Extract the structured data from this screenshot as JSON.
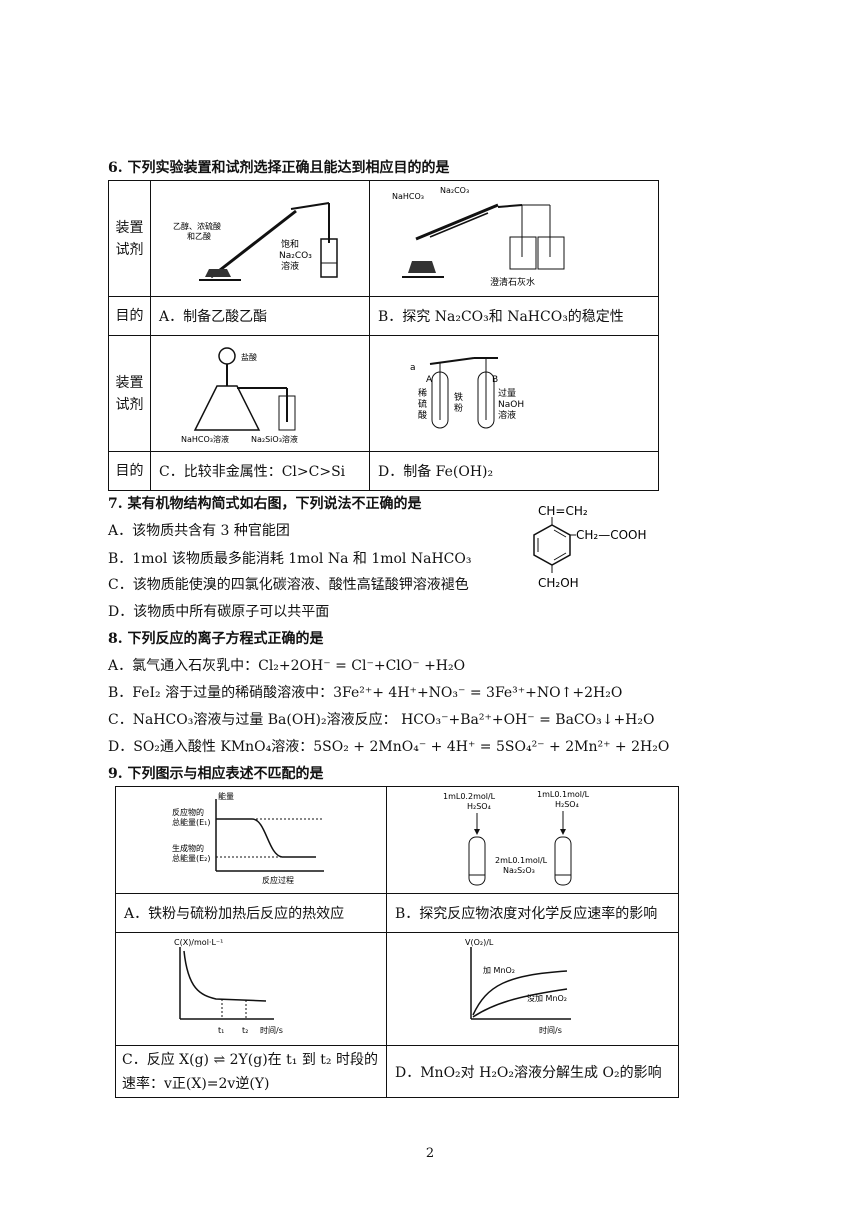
{
  "q6": {
    "stem": "6. 下列实验装置和试剂选择正确且能达到相应目的的是",
    "label_device": "装置",
    "label_reagent": "试剂",
    "label_purpose": "目的",
    "A": {
      "caption": "A．制备乙酸乙酯",
      "l1": "乙醇、浓硫酸",
      "l2": "和乙酸",
      "l3": "饱和",
      "l4": "Na₂CO₃",
      "l5": "溶液"
    },
    "B": {
      "caption": "B．探究 Na₂CO₃和 NaHCO₃的稳定性",
      "l1": "NaHCO₃",
      "l2": "Na₂CO₃",
      "l3": "澄清石灰水"
    },
    "C": {
      "caption": "C．比较非金属性：Cl>C>Si",
      "l1": "盐酸",
      "l2": "NaHCO₃溶液",
      "l3": "Na₂SiO₃溶液"
    },
    "D": {
      "caption": "D．制备 Fe(OH)₂",
      "l1": "a",
      "l2": "A",
      "l3": "B",
      "l4": "稀",
      "l5": "硫",
      "l6": "酸",
      "l7": "铁",
      "l8": "粉",
      "l9": "过量",
      "l10": "NaOH",
      "l11": "溶液"
    }
  },
  "q7": {
    "stem": "7. 某有机物结构简式如右图，下列说法不正确的是",
    "A": "A．该物质共含有 3 种官能团",
    "B": "B．1mol 该物质最多能消耗 1mol Na 和 1mol NaHCO₃",
    "C": "C．该物质能使溴的四氯化碳溶液、酸性高锰酸钾溶液褪色",
    "D": "D．该物质中所有碳原子可以共平面",
    "s1": "CH=CH₂",
    "s2": "CH₂—COOH",
    "s3": "CH₂OH"
  },
  "q8": {
    "stem": "8. 下列反应的离子方程式正确的是",
    "A": "A．氯气通入石灰乳中：Cl₂+2OH⁻ = Cl⁻+ClO⁻ +H₂O",
    "B": "B．FeI₂ 溶于过量的稀硝酸溶液中：3Fe²⁺+ 4H⁺+NO₃⁻ = 3Fe³⁺+NO↑+2H₂O",
    "C": "C．NaHCO₃溶液与过量 Ba(OH)₂溶液反应：  HCO₃⁻+Ba²⁺+OH⁻ = BaCO₃↓+H₂O",
    "D": "D．SO₂通入酸性 KMnO₄溶液：5SO₂ + 2MnO₄⁻ + 4H⁺ = 5SO₄²⁻ + 2Mn²⁺ + 2H₂O"
  },
  "q9": {
    "stem": "9. 下列图示与相应表述不匹配的是",
    "A": {
      "caption": "A．铁粉与硫粉加热后反应的热效应",
      "l1": "能量",
      "l2": "反应物的",
      "l3": "总能量(E₁)",
      "l4": "生成物的",
      "l5": "总能量(E₂)",
      "l6": "反应过程"
    },
    "B": {
      "caption": "B．探究反应物浓度对化学反应速率的影响",
      "l1": "1mL0.2mol/L",
      "l2": "H₂SO₄",
      "l3": "1mL0.1mol/L",
      "l4": "H₂SO₄",
      "l5": "2mL0.1mol/L",
      "l6": "Na₂S₂O₃"
    },
    "C": {
      "caption1": "C．反应 X(g) ⇌ 2Y(g)在 t₁ 到 t₂ 时段的",
      "caption2": "速率：v正(X)=2v逆(Y)",
      "l1": "C(X)/mol·L⁻¹",
      "l2": "t₁",
      "l3": "t₂",
      "l4": "时间/s"
    },
    "D": {
      "caption": "D．MnO₂对 H₂O₂溶液分解生成 O₂的影响",
      "l1": "V(O₂)/L",
      "l2": "加 MnO₂",
      "l3": "没加 MnO₂",
      "l4": "时间/s"
    }
  },
  "page_number": "2"
}
